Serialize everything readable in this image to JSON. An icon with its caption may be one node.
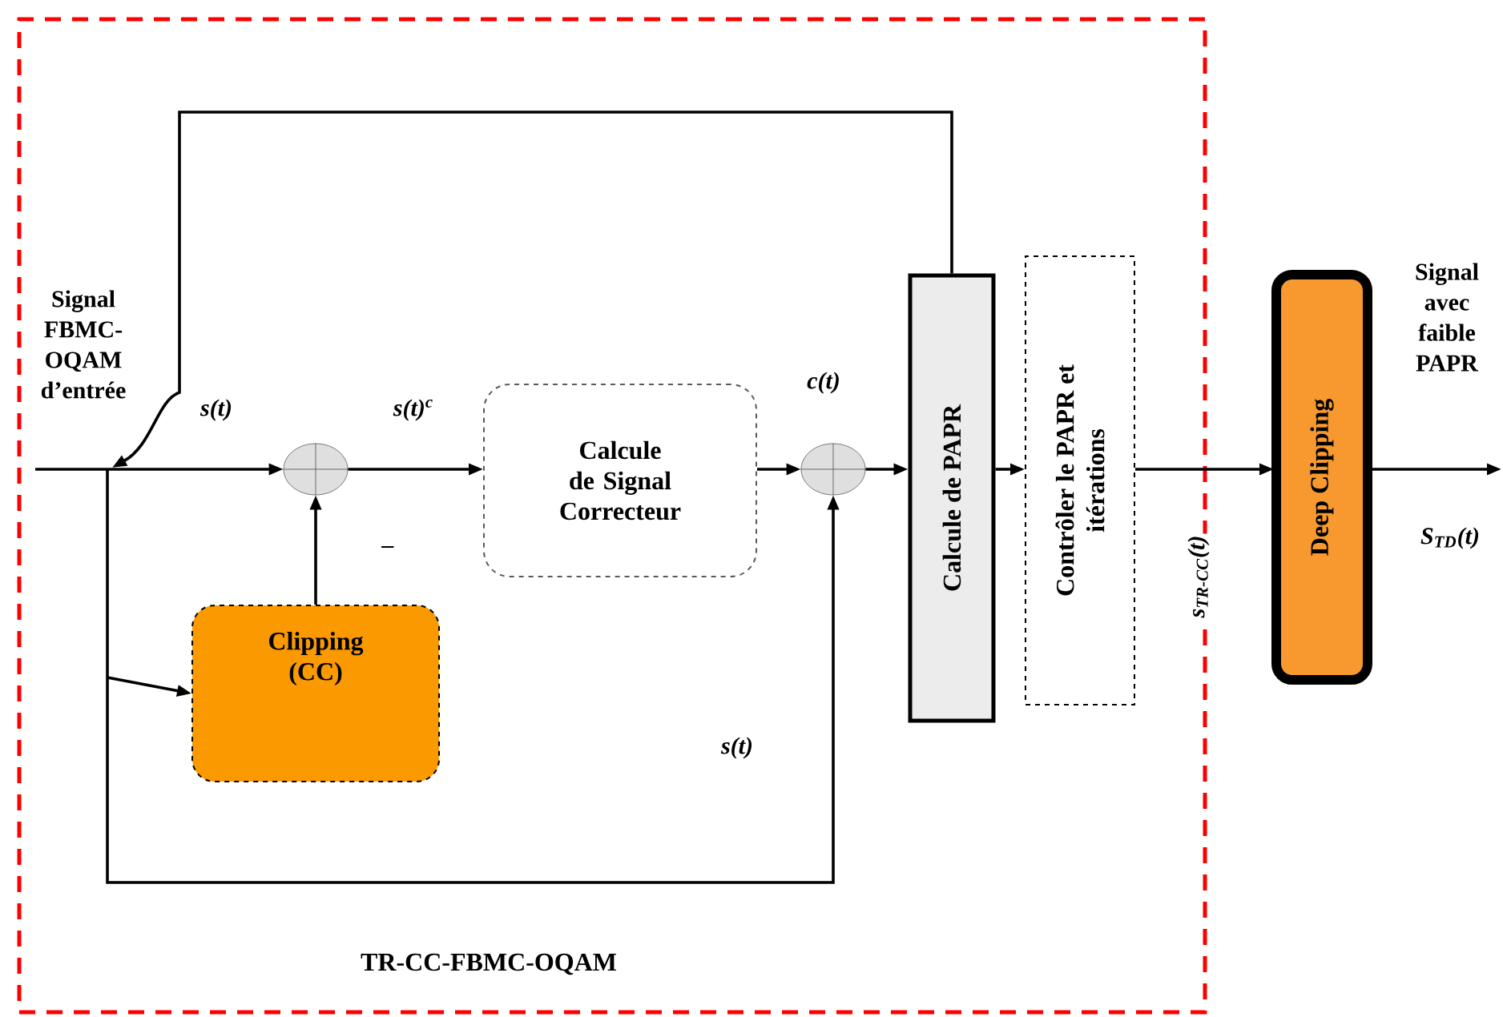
{
  "diagram": {
    "nodes": [
      {
        "text": [
          "TR-CC-FBMC-OQAM"
        ]
      },
      {
        "text": [],
        "shape": "circle",
        "in": 0
      },
      {
        "text": [
          "Clipping (CC)"
        ],
        "in": 0
      },
      {
        "text": [
          "Calcule de Signal Correcteur"
        ],
        "in": 0
      },
      {
        "text": [],
        "shape": "circle",
        "in": 0,
        "beside": [
          "c(t)"
        ]
      },
      {
        "text": [
          "Calcule de PAPR"
        ],
        "in": 0
      },
      {
        "text": [
          "Contrôler le  PAPR et itérations"
        ],
        "in": 0
      },
      {
        "text": [
          "Deep Clipping"
        ]
      }
    ],
    "edges": [
      {
        "from": null,
        "to": 1,
        "arrow": "to"
      },
      {
        "from": null,
        "to": 2,
        "arrow": "to"
      },
      {
        "from": null,
        "to": 4,
        "arrow": "to",
        "label": "s(t)"
      },
      {
        "from": 5,
        "to": null,
        "arrow": "to",
        "label": "s(t)"
      },
      {
        "from": 2,
        "to": 1,
        "arrow": "to",
        "label": "–"
      },
      {
        "from": 1,
        "to": 3,
        "arrow": "to",
        "label": "s(t)$^{c}$"
      },
      {
        "from": 3,
        "to": 4,
        "arrow": "to"
      },
      {
        "from": 4,
        "to": 5,
        "arrow": "to"
      },
      {
        "from": 5,
        "to": 6,
        "arrow": "to"
      },
      {
        "from": 6,
        "to": 7,
        "arrow": "to",
        "label": "s$_{TR-CC}$(t)"
      },
      {
        "from": 7,
        "to": null,
        "arrow": "to",
        "label": "S$_{TD}$(t)"
      }
    ],
    "labels": [
      "Signal FBMC-OQAM d’entrée",
      "Signal avec faible PAPR"
    ]
  }
}
